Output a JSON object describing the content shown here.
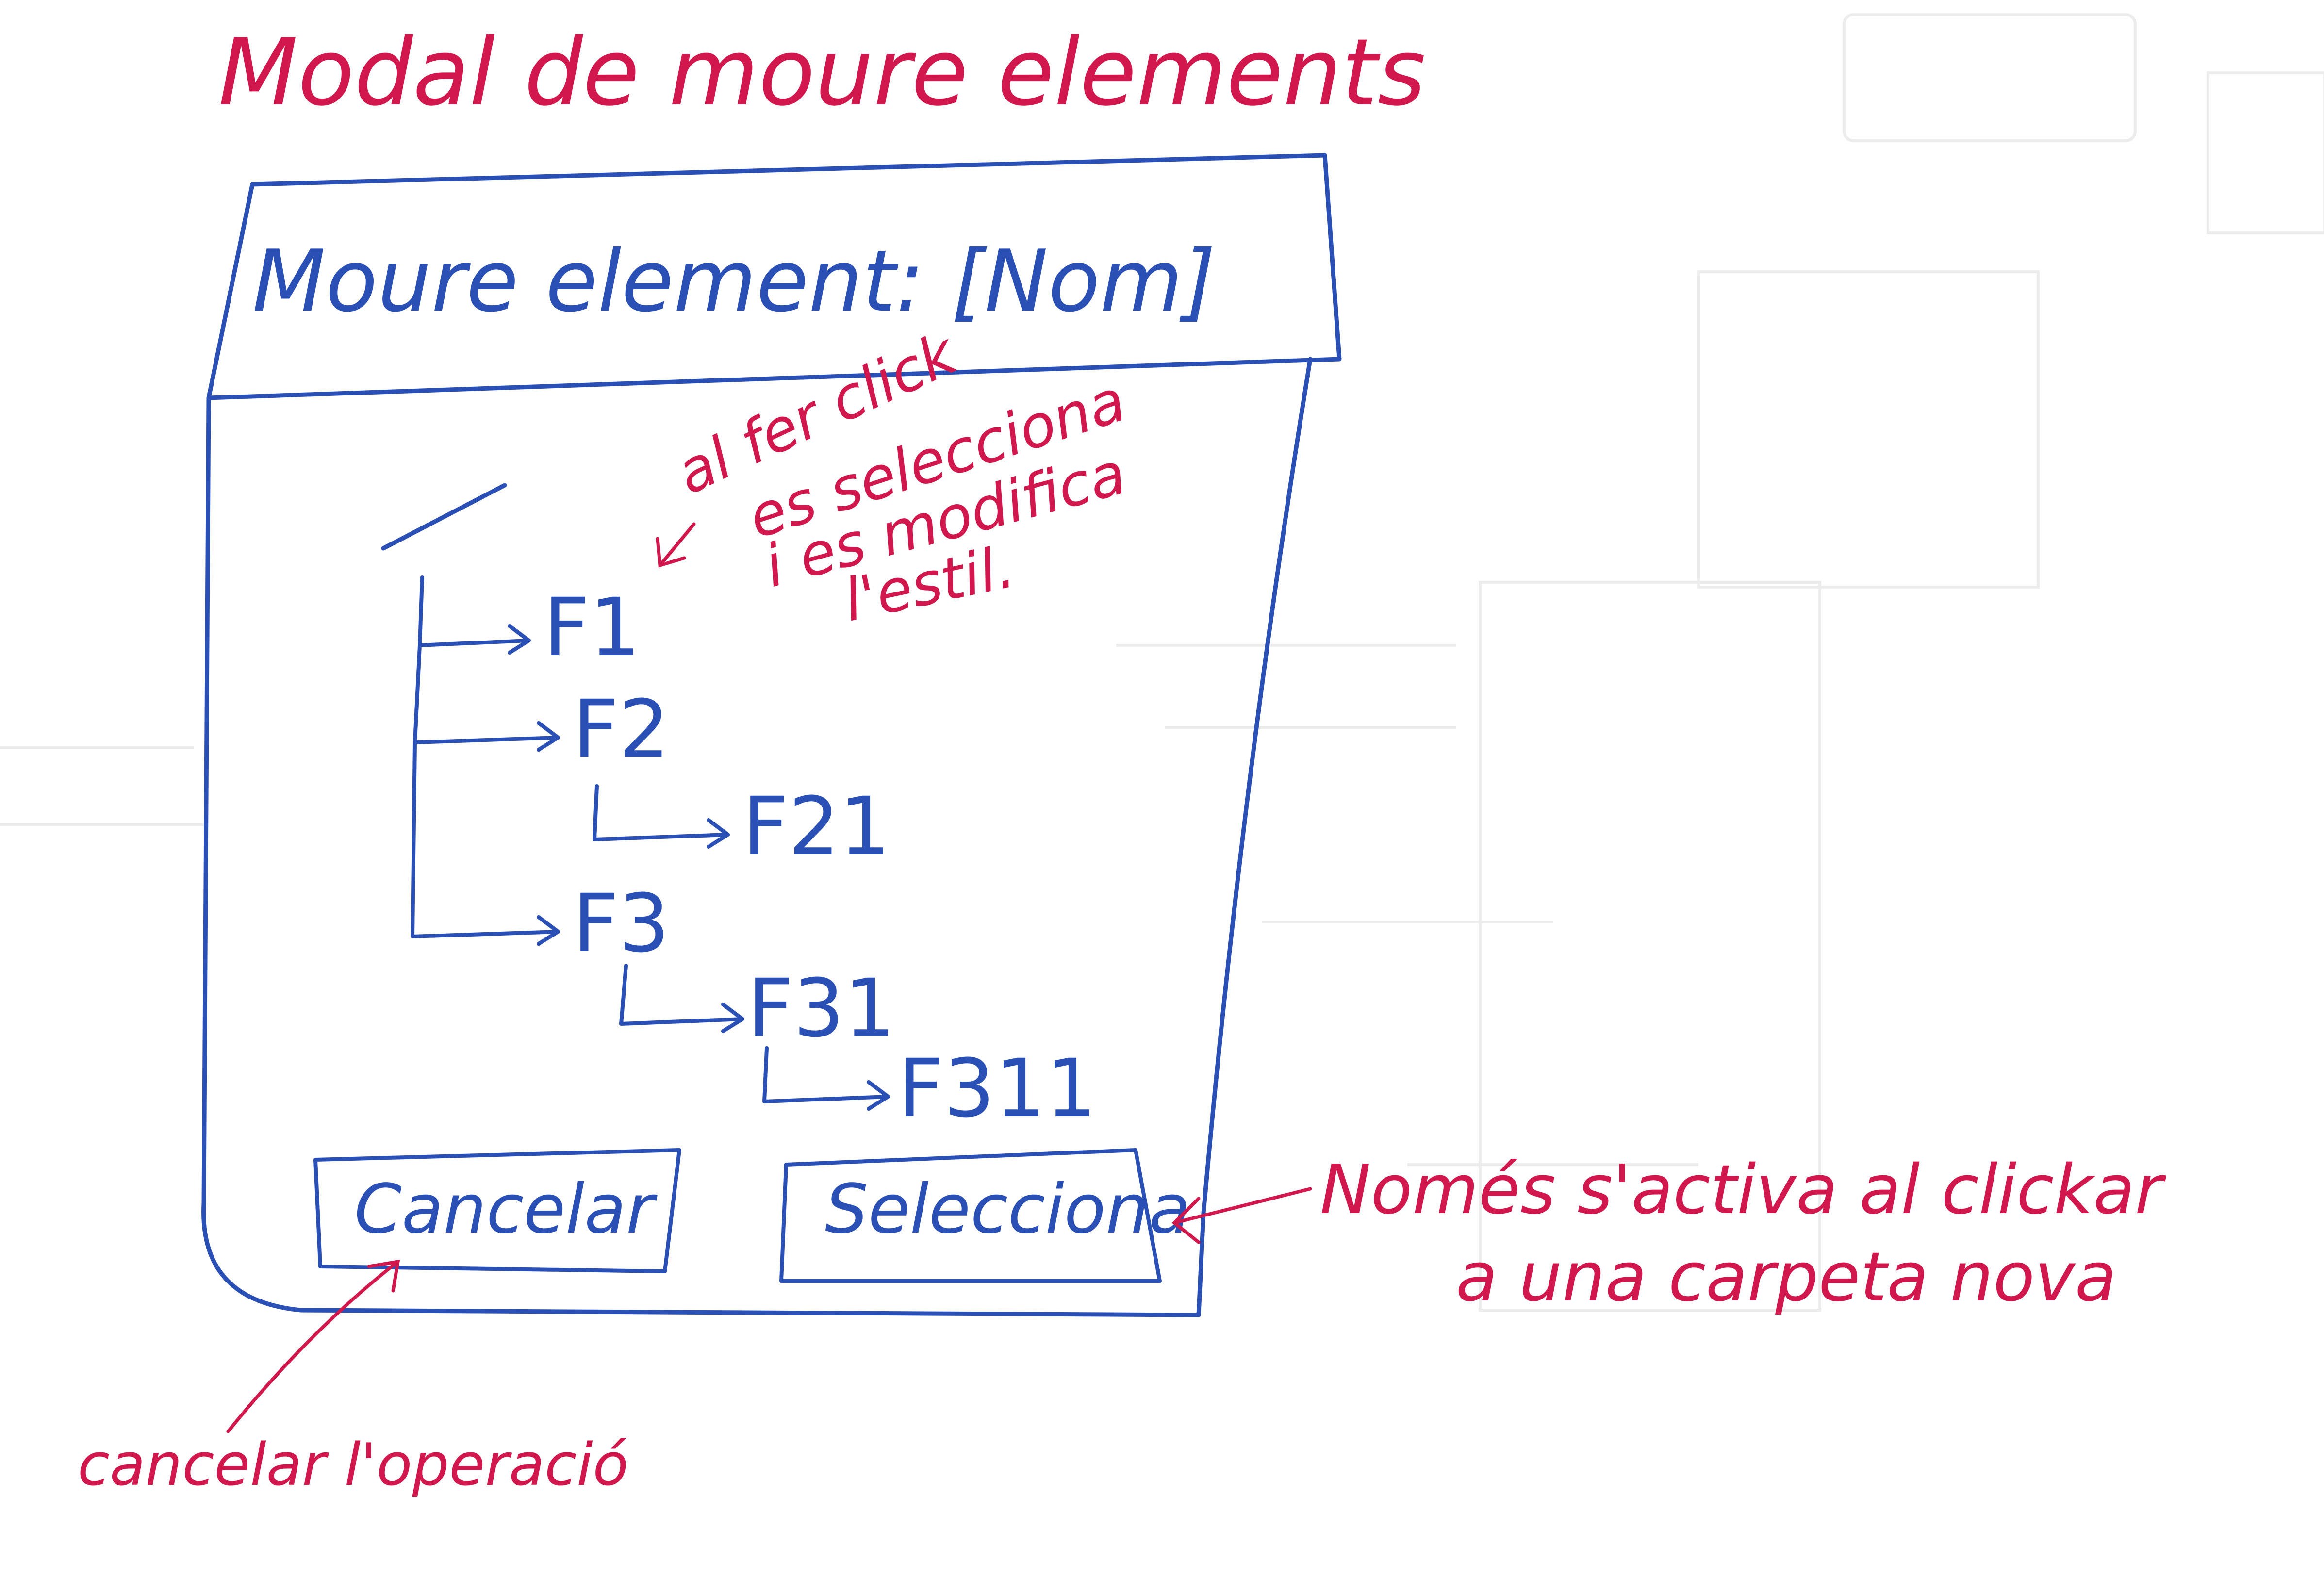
{
  "page": {
    "title": "Modal de moure elements"
  },
  "modal": {
    "header_text": "Moure element: [Nom]",
    "root_symbol": "/",
    "tree": [
      {
        "label": "F1",
        "level": 1
      },
      {
        "label": "F2",
        "level": 1
      },
      {
        "label": "F21",
        "level": 2
      },
      {
        "label": "F3",
        "level": 1
      },
      {
        "label": "F31",
        "level": 2
      },
      {
        "label": "F311",
        "level": 3
      }
    ],
    "buttons": {
      "cancel_label": "Cancelar",
      "select_label": "Selecciona"
    }
  },
  "annotations": {
    "click_note": [
      "al fer click",
      "es selecciona",
      "i es modifica",
      "l'estil."
    ],
    "select_note": [
      "Només s'activa al clickar",
      "a una carpeta nova"
    ],
    "cancel_note": "cancelar l'operació"
  },
  "colors": {
    "annotation": "#d0184d",
    "wireframe": "#2a4fb5",
    "background": "#ffffff"
  }
}
